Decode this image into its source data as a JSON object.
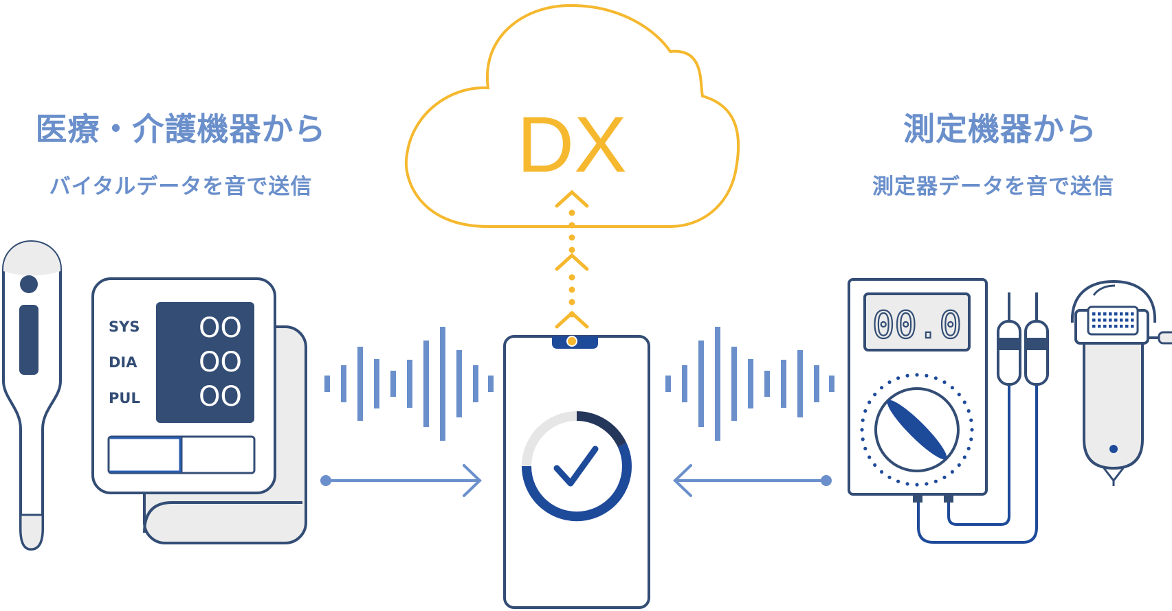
{
  "left": {
    "title": "医療・介護機器から",
    "subtitle": "バイタルデータを音で送信"
  },
  "right": {
    "title": "測定機器から",
    "subtitle": "測定器データを音で送信"
  },
  "cloud": {
    "label": "DX"
  },
  "bp_monitor": {
    "rows": [
      {
        "label": "SYS",
        "value": "OO"
      },
      {
        "label": "DIA",
        "value": "OO"
      },
      {
        "label": "PUL",
        "value": "OO"
      }
    ]
  },
  "multimeter": {
    "reading": "00.0"
  },
  "colors": {
    "navy": "#334d75",
    "blue": "#6a8fcb",
    "deep_blue": "#1e4a9a",
    "yellow": "#f5b82e",
    "gray_fill": "#ececec"
  },
  "icons": [
    "thermometer-icon",
    "blood-pressure-monitor-icon",
    "sound-wave-icon",
    "smartphone-icon",
    "check-icon",
    "cloud-icon",
    "upload-arrow-icon",
    "multimeter-icon",
    "probe-icon",
    "microphone-sensor-icon"
  ]
}
